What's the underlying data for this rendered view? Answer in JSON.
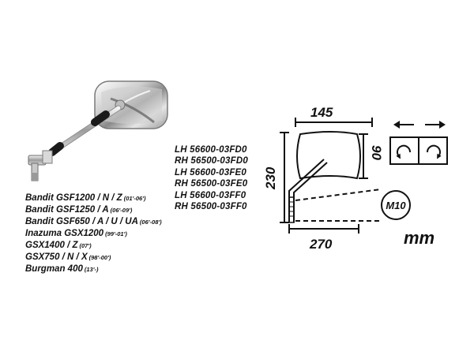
{
  "models": [
    {
      "name": "Bandit GSF1200 / N / Z",
      "years": "(01'-06')"
    },
    {
      "name": "Bandit GSF1250 / A",
      "years": "(06'-09')"
    },
    {
      "name": "Bandit GSF650 / A / U / UA",
      "years": "(06'-08')"
    },
    {
      "name": "Inazuma GSX1200",
      "years": "(99'-01')"
    },
    {
      "name": "GSX1400 / Z",
      "years": "(07')"
    },
    {
      "name": "GSX750 / N / X",
      "years": "(98'-00')"
    },
    {
      "name": "Burgman 400",
      "years": "(13'-)"
    }
  ],
  "part_numbers": [
    "LH 56600-03FD0",
    "RH 56500-03FD0",
    "LH 56600-03FE0",
    "RH 56500-03FE0",
    "LH 56600-03FF0",
    "RH 56500-03FF0"
  ],
  "dimensions": {
    "width_top": "145",
    "height_total": "230",
    "head_height": "90",
    "reach_bottom": "270",
    "thread": "M10"
  },
  "unit_label": "mm",
  "colors": {
    "ink": "#111111",
    "chrome_light": "#f2f2f2",
    "chrome_dark": "#6b6b6b",
    "rubber": "#1a1a1a"
  },
  "icons": {
    "mirror_photo": "chrome-mirror",
    "arrow_left": "arrow-left-icon",
    "arrow_right": "arrow-right-icon",
    "rotate_left": "rotate-ccw-icon",
    "rotate_right": "rotate-cw-icon"
  }
}
